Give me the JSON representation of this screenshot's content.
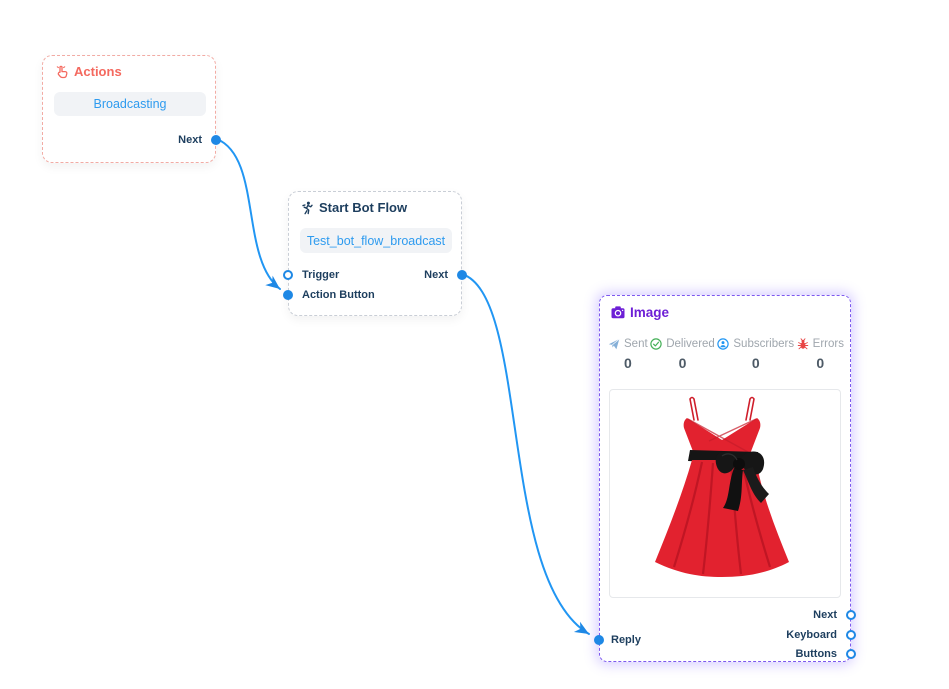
{
  "colors": {
    "edge_blue": "#2196f3",
    "port_blue": "#1e88e5",
    "actions_red": "#f4695f",
    "navy_label": "#1d3e5e",
    "purple": "#6d1fd6",
    "button_text_blue": "#2e9bef",
    "delivered_green": "#45b058",
    "errors_red": "#e84545",
    "stat_label_gray": "#9fa6ad"
  },
  "nodes": {
    "actions": {
      "title": "Actions",
      "icon": "tap-hand-icon",
      "button_label": "Broadcasting",
      "ports": {
        "next": "Next"
      }
    },
    "start_bot_flow": {
      "title": "Start Bot Flow",
      "icon": "runner-icon",
      "button_label": "Test_bot_flow_broadcast",
      "ports": {
        "trigger": "Trigger",
        "next": "Next",
        "action_button": "Action Button"
      }
    },
    "image": {
      "title": "Image",
      "icon": "camera-icon",
      "stats": [
        {
          "icon": "paper-plane-icon",
          "label": "Sent",
          "value": "0"
        },
        {
          "icon": "check-circle-icon",
          "label": "Delivered",
          "value": "0"
        },
        {
          "icon": "subscriber-icon",
          "label": "Subscribers",
          "value": "0"
        },
        {
          "icon": "bug-icon",
          "label": "Errors",
          "value": "0"
        }
      ],
      "image_content": "red-dress-with-black-velvet-bow",
      "ports": {
        "reply": "Reply",
        "next": "Next",
        "keyboard": "Keyboard",
        "buttons": "Buttons"
      }
    }
  },
  "edges": [
    {
      "from": "actions.next",
      "to": "start_bot_flow.action_button"
    },
    {
      "from": "start_bot_flow.next",
      "to": "image.reply"
    }
  ]
}
